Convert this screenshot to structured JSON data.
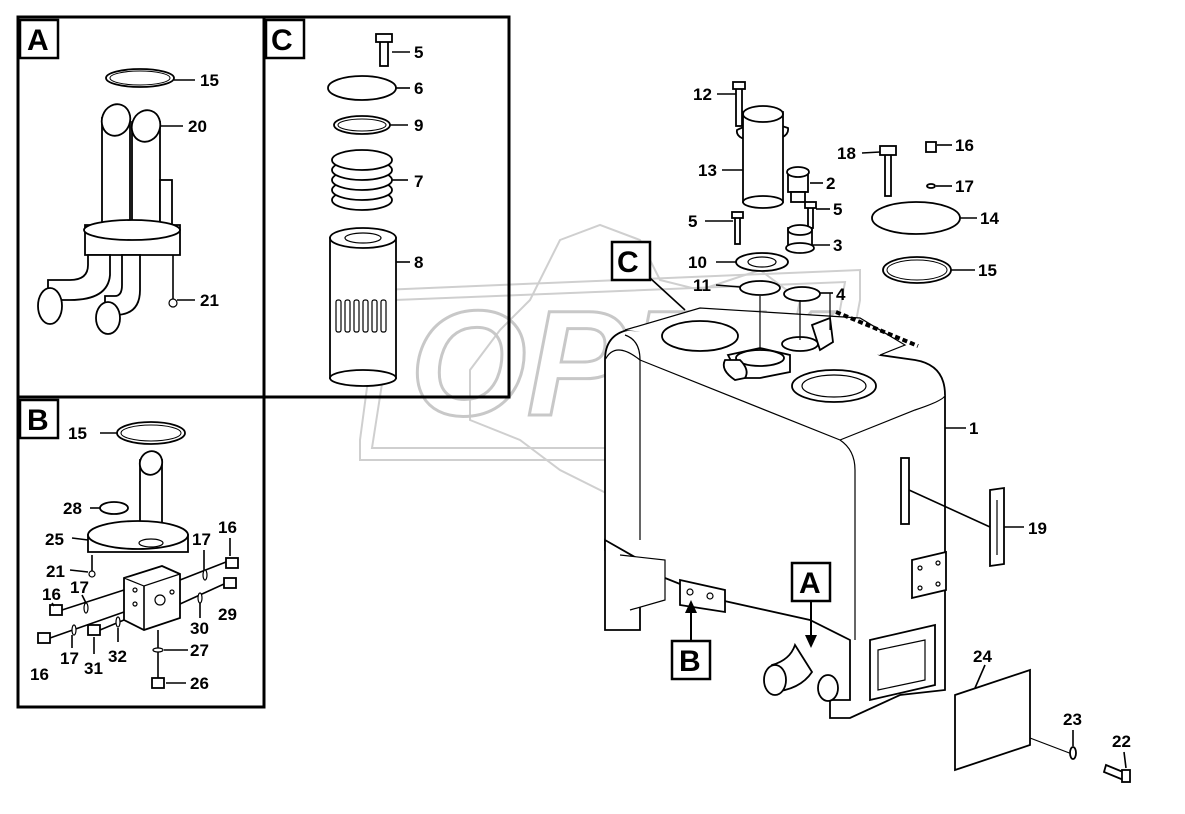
{
  "watermark": "OPEX",
  "views": {
    "a": "A",
    "b": "B",
    "c": "C"
  },
  "callouts": {
    "a": [
      {
        "label": "15"
      },
      {
        "label": "20"
      },
      {
        "label": "21"
      }
    ],
    "b": [
      {
        "label": "15"
      },
      {
        "label": "28"
      },
      {
        "label": "25"
      },
      {
        "label": "17"
      },
      {
        "label": "16"
      },
      {
        "label": "21"
      },
      {
        "label": "16"
      },
      {
        "label": "17"
      },
      {
        "label": "29"
      },
      {
        "label": "30"
      },
      {
        "label": "27"
      },
      {
        "label": "16"
      },
      {
        "label": "17"
      },
      {
        "label": "31"
      },
      {
        "label": "32"
      },
      {
        "label": "26"
      }
    ],
    "c": [
      {
        "label": "5"
      },
      {
        "label": "6"
      },
      {
        "label": "9"
      },
      {
        "label": "7"
      },
      {
        "label": "8"
      }
    ],
    "main": [
      {
        "label": "12"
      },
      {
        "label": "13"
      },
      {
        "label": "2"
      },
      {
        "label": "5"
      },
      {
        "label": "5"
      },
      {
        "label": "3"
      },
      {
        "label": "10"
      },
      {
        "label": "11"
      },
      {
        "label": "4"
      },
      {
        "label": "18"
      },
      {
        "label": "16"
      },
      {
        "label": "17"
      },
      {
        "label": "14"
      },
      {
        "label": "15"
      },
      {
        "label": "1"
      },
      {
        "label": "19"
      },
      {
        "label": "24"
      },
      {
        "label": "23"
      },
      {
        "label": "22"
      }
    ]
  }
}
